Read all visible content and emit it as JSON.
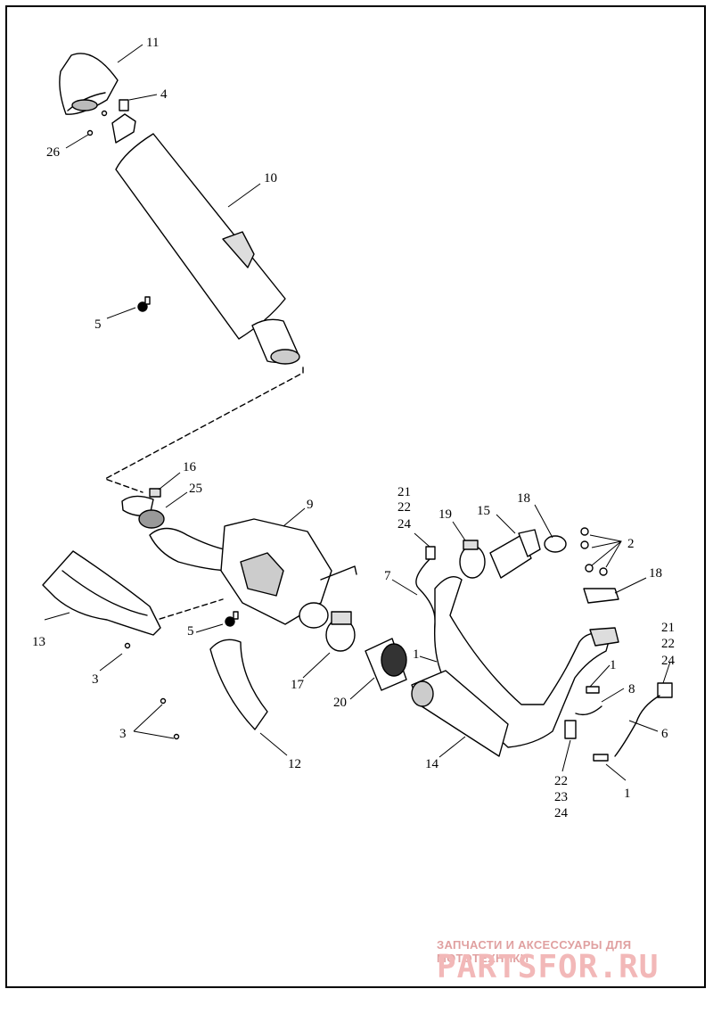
{
  "diagram": {
    "callouts": [
      {
        "id": "c11",
        "text": "11"
      },
      {
        "id": "c4",
        "text": "4"
      },
      {
        "id": "c26",
        "text": "26"
      },
      {
        "id": "c10",
        "text": "10"
      },
      {
        "id": "c5a",
        "text": "5"
      },
      {
        "id": "c16",
        "text": "16"
      },
      {
        "id": "c25",
        "text": "25"
      },
      {
        "id": "c9",
        "text": "9"
      },
      {
        "id": "c21a",
        "text": "21"
      },
      {
        "id": "c22a",
        "text": "22"
      },
      {
        "id": "c24a",
        "text": "24"
      },
      {
        "id": "c19",
        "text": "19"
      },
      {
        "id": "c15",
        "text": "15"
      },
      {
        "id": "c18a",
        "text": "18"
      },
      {
        "id": "c2",
        "text": "2"
      },
      {
        "id": "c18b",
        "text": "18"
      },
      {
        "id": "c7",
        "text": "7"
      },
      {
        "id": "c13",
        "text": "13"
      },
      {
        "id": "c5b",
        "text": "5"
      },
      {
        "id": "c1a",
        "text": "1"
      },
      {
        "id": "c21b",
        "text": "21"
      },
      {
        "id": "c22b",
        "text": "22"
      },
      {
        "id": "c24b",
        "text": "24"
      },
      {
        "id": "c3a",
        "text": "3"
      },
      {
        "id": "c17",
        "text": "17"
      },
      {
        "id": "c20",
        "text": "20"
      },
      {
        "id": "c1b",
        "text": "1"
      },
      {
        "id": "c8",
        "text": "8"
      },
      {
        "id": "c6",
        "text": "6"
      },
      {
        "id": "c3b",
        "text": "3"
      },
      {
        "id": "c12",
        "text": "12"
      },
      {
        "id": "c14",
        "text": "14"
      },
      {
        "id": "c22c",
        "text": "22"
      },
      {
        "id": "c23",
        "text": "23"
      },
      {
        "id": "c24c",
        "text": "24"
      },
      {
        "id": "c1c",
        "text": "1"
      }
    ]
  },
  "watermark": {
    "tagline": "ЗАПЧАСТИ И АКСЕССУАРЫ ДЛЯ МОТОТЕХНИКИ",
    "logo": "PARTSFOR.RU"
  }
}
